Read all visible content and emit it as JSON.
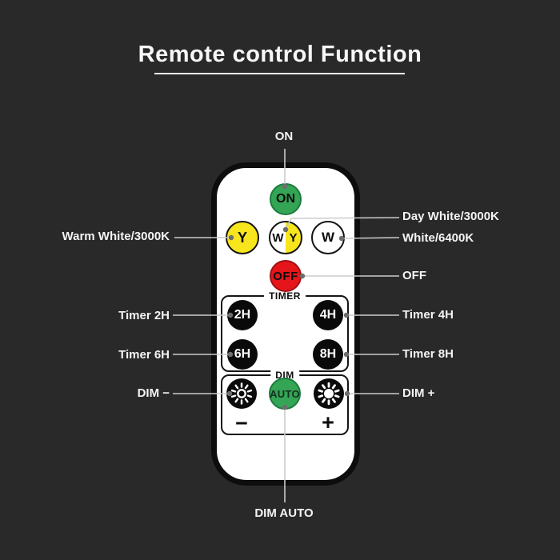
{
  "title": "Remote control Function",
  "colors": {
    "background": "#29292a",
    "remote_body": "#ffffff",
    "remote_border": "#0d0d0d",
    "green_button": "#34a455",
    "yellow_button": "#f7e51d",
    "red_button": "#e5161b",
    "black_button": "#0a0a0a",
    "leader_line": "#cccccc",
    "leader_dot": "#6e6e6e",
    "label_text": "#f4f4f4"
  },
  "icons": {
    "dim_decrease": "sun-outline-icon",
    "dim_increase": "sun-filled-icon"
  },
  "remote": {
    "on_button": "ON",
    "warm_button": "Y",
    "mix_button_left": "W",
    "mix_button_right": "Y",
    "white_button": "W",
    "off_button": "OFF",
    "timer_group_label": "TIMER",
    "timer_buttons": [
      "2H",
      "4H",
      "6H",
      "8H"
    ],
    "dim_group_label": "DIM",
    "auto_button": "AUTO",
    "dim_minus_symbol": "−",
    "dim_plus_symbol": "+"
  },
  "callouts": {
    "on": "ON",
    "warm_white": "Warm White/3000K",
    "day_white": "Day White/3000K",
    "white": "White/6400K",
    "off": "OFF",
    "timer_2h": "Timer 2H",
    "timer_4h": "Timer 4H",
    "timer_6h": "Timer 6H",
    "timer_8h": "Timer 8H",
    "dim_minus": "DIM −",
    "dim_plus": "DIM +",
    "dim_auto": "DIM AUTO"
  }
}
